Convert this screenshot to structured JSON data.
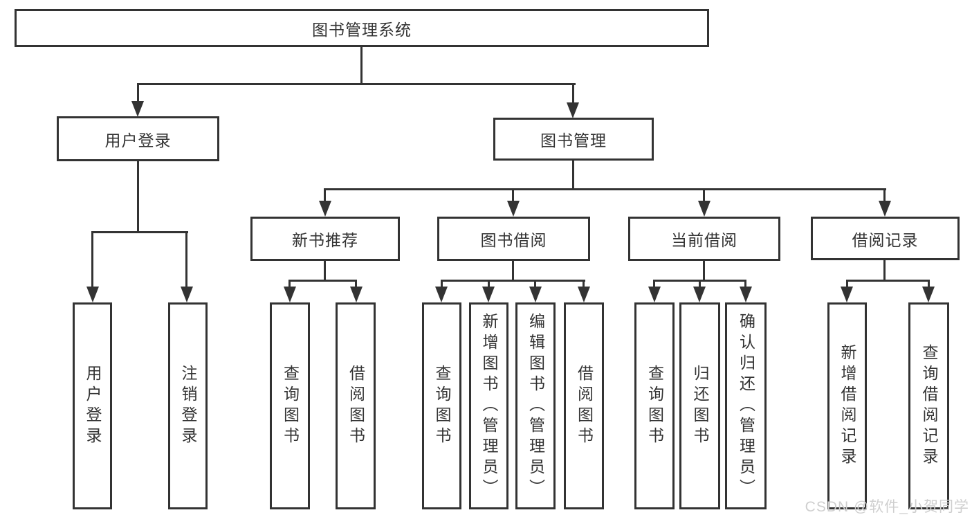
{
  "diagram": {
    "root": {
      "label": "图书管理系统"
    },
    "level2": [
      {
        "label": "用户登录"
      },
      {
        "label": "图书管理"
      }
    ],
    "level3": [
      {
        "label": "新书推荐"
      },
      {
        "label": "图书借阅"
      },
      {
        "label": "当前借阅"
      },
      {
        "label": "借阅记录"
      }
    ],
    "leaves": {
      "login": [
        {
          "label": "用户登录"
        },
        {
          "label": "注销登录"
        }
      ],
      "newbook": [
        {
          "label": "查询图书"
        },
        {
          "label": "借阅图书"
        }
      ],
      "borrow": [
        {
          "label": "查询图书"
        },
        {
          "label": "新增图书（管理员）"
        },
        {
          "label": "编辑图书（管理员）"
        },
        {
          "label": "借阅图书"
        }
      ],
      "current": [
        {
          "label": "查询图书"
        },
        {
          "label": "归还图书"
        },
        {
          "label": "确认归还（管理员）"
        }
      ],
      "records": [
        {
          "label": "新增借阅记录"
        },
        {
          "label": "查询借阅记录"
        }
      ]
    }
  },
  "watermark": {
    "text": "CSDN @软件_小贺同学"
  },
  "colors": {
    "line": "#333333",
    "text": "#333333",
    "background": "#ffffff",
    "watermark": "#cfcfcf"
  }
}
